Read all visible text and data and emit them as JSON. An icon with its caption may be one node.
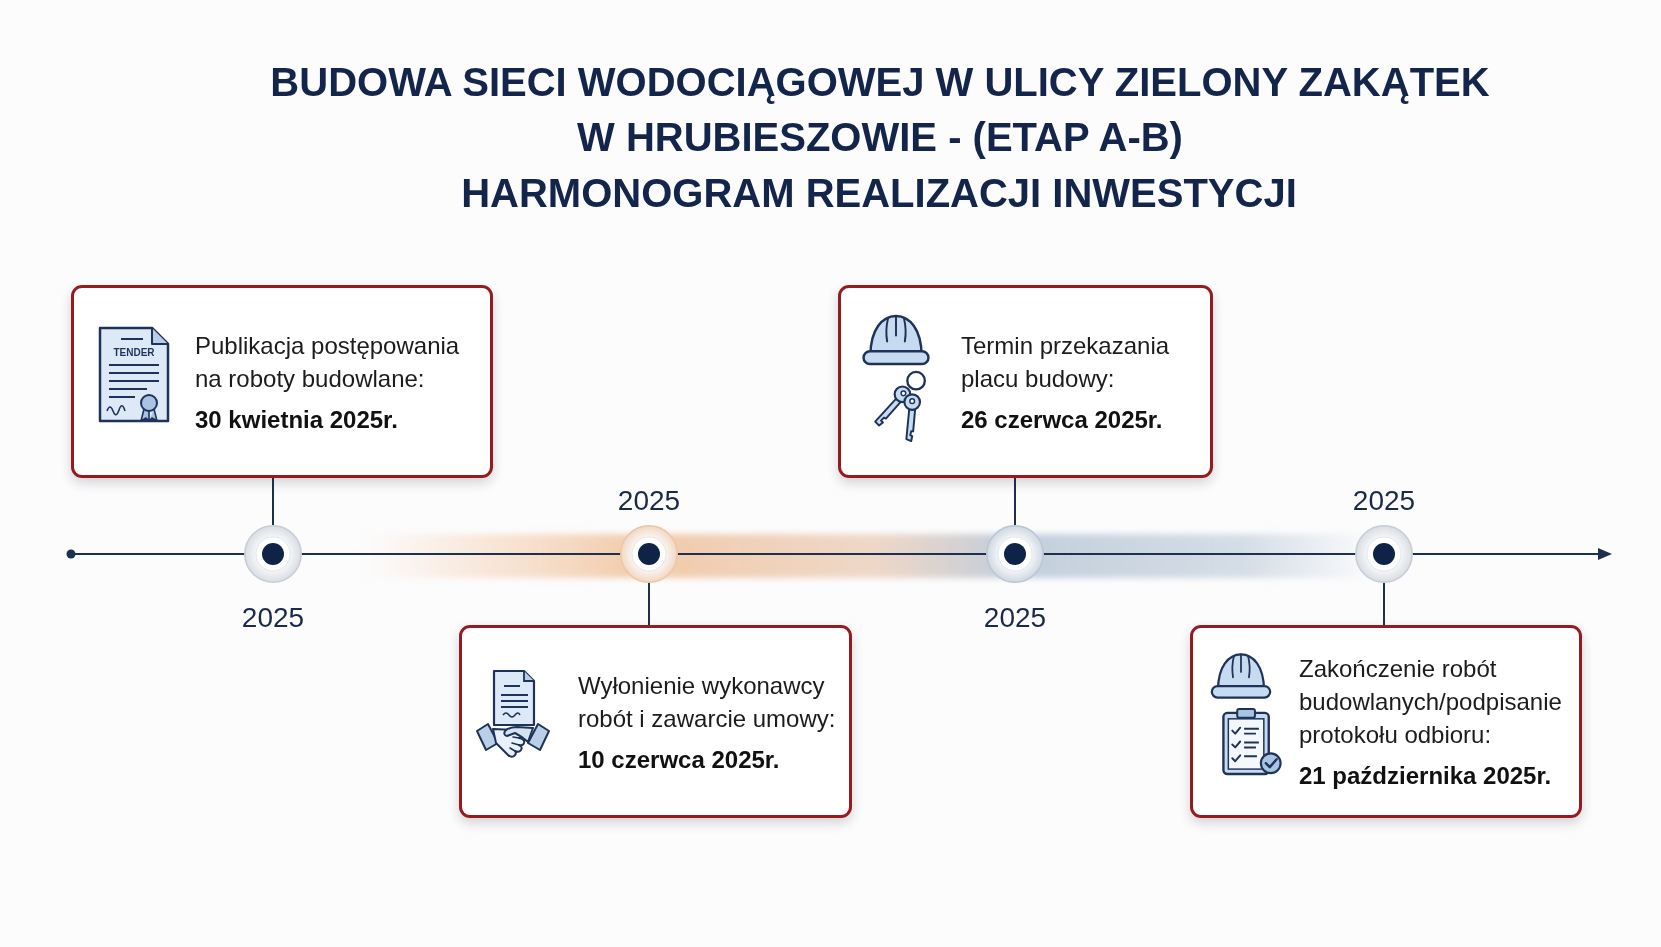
{
  "diagram": {
    "title": "BUDOWA SIECI WODOCIĄGOWEJ W ULICY ZIELONY ZAKĄTEK W HRUBIESZOWIE - (ETAP A-B)",
    "nodes": [
      {
        "text": [
          "Publikacja postępowania na roboty budowlane:",
          "30 kwietnia 2025r."
        ]
      },
      {
        "text": [],
        "shape": "circle",
        "beside": [
          "2025"
        ]
      },
      {
        "text": [
          "Wyłonienie wykonawcy robót i zawarcie umowy:",
          "10 czerwca 2025r."
        ]
      },
      {
        "text": [],
        "shape": "circle",
        "beside": [
          "2025"
        ]
      },
      {
        "text": [
          "Termin przekazania placu budowy:",
          "26 czerwca 2025r."
        ]
      },
      {
        "text": [],
        "shape": "circle",
        "beside": [
          "2025"
        ]
      },
      {
        "text": [
          "Zakończenie robót budowlanych/podpisanie protokołu odbioru:",
          "21 października 2025r."
        ]
      },
      {
        "text": [],
        "shape": "circle",
        "beside": [
          "2025"
        ]
      }
    ],
    "edges": [
      {
        "from": 0,
        "to": 1,
        "arrow": "none"
      },
      {
        "from": 2,
        "to": 3,
        "arrow": "none"
      },
      {
        "from": 4,
        "to": 5,
        "arrow": "none"
      },
      {
        "from": 6,
        "to": 7,
        "arrow": "none"
      }
    ],
    "labels": [
      "HARMONOGRAM REALIZACJI INWESTYCJI",
      "TENDER"
    ]
  }
}
